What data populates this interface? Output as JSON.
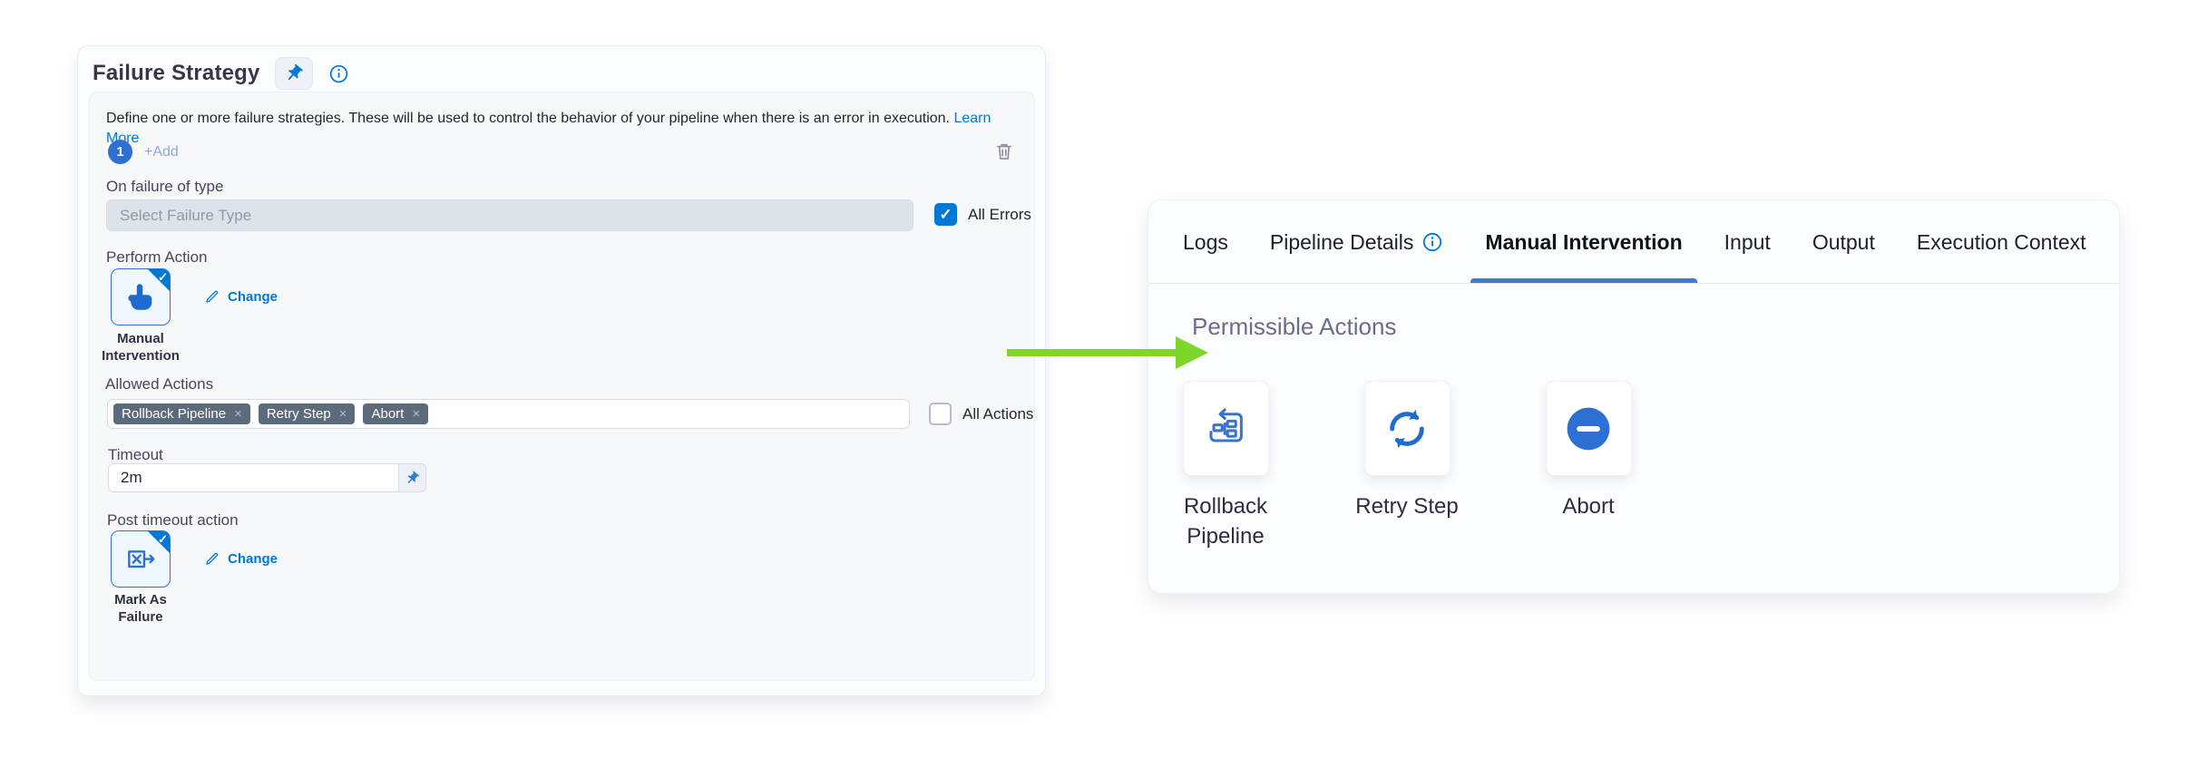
{
  "colors": {
    "accent": "#0278d5",
    "underline_blue": "#4379d2",
    "arrow_green": "#7fd62b",
    "tag_bg": "#5c6b7c"
  },
  "icons": {
    "pin": "pushpin-icon",
    "info": "info-circle-icon",
    "trash": "trash-icon",
    "pencil": "pencil-icon",
    "check": "checkmark-icon",
    "hand": "hand-pointer-icon",
    "mark_failure": "box-x-arrow-icon",
    "rollback": "rollback-pipeline-icon",
    "retry": "retry-circular-arrows-icon",
    "abort": "abort-minus-circle-icon",
    "arrow": "green-arrow-right-icon"
  },
  "left_panel": {
    "title": "Failure Strategy",
    "description": "Define one or more failure strategies. These will be used to control the behavior of your pipeline when there is an error in execution.",
    "learn_more_label": "Learn More",
    "strategy_index": "1",
    "add_label": "+Add",
    "fields": {
      "failure_type_label": "On failure of type",
      "failure_type_placeholder": "Select Failure Type",
      "all_errors_label": "All Errors",
      "all_errors_checked": "✓",
      "perform_action_label": "Perform Action",
      "perform_action_value": "Manual Intervention",
      "change_label": "Change",
      "allowed_actions_label": "Allowed Actions",
      "allowed_actions_tags": [
        "Rollback Pipeline",
        "Retry Step",
        "Abort"
      ],
      "tag_remove_glyph": "×",
      "all_actions_label": "All Actions",
      "timeout_label": "Timeout",
      "timeout_value": "2m",
      "post_timeout_label": "Post timeout action",
      "post_timeout_value": "Mark As Failure",
      "post_change_label": "Change"
    }
  },
  "right_panel": {
    "tabs": [
      {
        "label": "Logs"
      },
      {
        "label": "Pipeline Details"
      },
      {
        "label": "Manual Intervention"
      },
      {
        "label": "Input"
      },
      {
        "label": "Output"
      },
      {
        "label": "Execution Context"
      }
    ],
    "active_tab": "Manual Intervention",
    "heading": "Permissible Actions",
    "actions": [
      {
        "label": "Rollback Pipeline"
      },
      {
        "label": "Retry Step"
      },
      {
        "label": "Abort"
      }
    ]
  }
}
